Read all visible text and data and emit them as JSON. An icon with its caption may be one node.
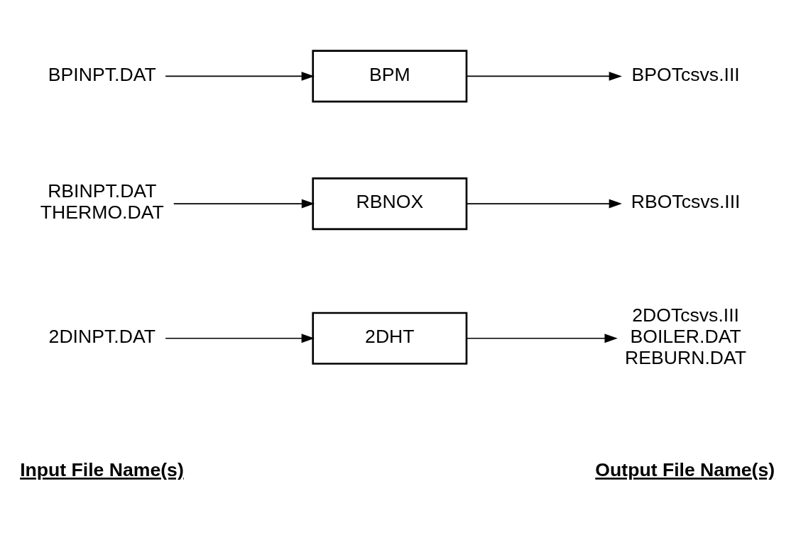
{
  "diagram": {
    "nodes": [
      {
        "text": [
          "2DINPT.DAT"
        ]
      },
      {
        "text": [
          "2DHT"
        ]
      },
      {
        "text": [
          "2DOTcsvs.III",
          "BOILER.DAT",
          "REBURN.DAT"
        ]
      },
      {
        "text": [
          "RBINPT.DAT",
          "THERMO.DAT"
        ]
      },
      {
        "text": [
          "RBNOX"
        ]
      },
      {
        "text": [
          "RBOTcsvs.III"
        ]
      },
      {
        "text": [
          "BPINPT.DAT"
        ]
      },
      {
        "text": [
          "BPM"
        ]
      },
      {
        "text": [
          "BPOTcsvs.III"
        ]
      }
    ],
    "edges": [
      {
        "from": 0,
        "to": 1,
        "arrow": "to"
      },
      {
        "from": 1,
        "to": 2,
        "arrow": "to"
      },
      {
        "from": 3,
        "to": 4,
        "arrow": "to"
      },
      {
        "from": 4,
        "to": 5,
        "arrow": "to"
      },
      {
        "from": 6,
        "to": 7,
        "arrow": "to"
      },
      {
        "from": 7,
        "to": 8,
        "arrow": "to"
      }
    ],
    "labels": [
      "Input File Name(s)",
      "Output File Name(s)"
    ]
  }
}
